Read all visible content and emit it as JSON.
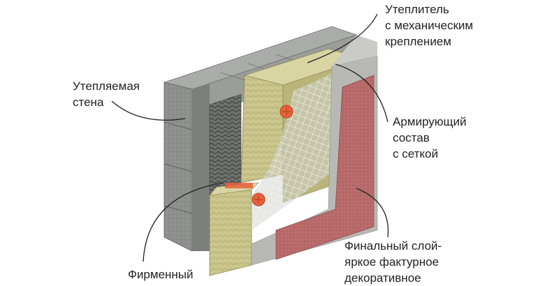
{
  "labels": {
    "insulation": {
      "line1": "Утеплитель",
      "line2": "с механическим",
      "line3": "креплением"
    },
    "wall": {
      "line1": "Утепляемая",
      "line2": "стена"
    },
    "reinforcing": {
      "line1": "Армирующий",
      "line2": "состав",
      "line3": "с сеткой"
    },
    "final_layer": {
      "line1": "Финальный слой-",
      "line2": "яркое фактурное",
      "line3": "декоративное"
    },
    "branded": {
      "line1": "Фирменный"
    }
  },
  "colors": {
    "block": "#8a8d8a",
    "block_dark": "#5d605d",
    "mineral_wool": "#c9c48a",
    "mineral_wool_side": "#a8a46b",
    "plaster": "#bfc0bc",
    "decorative": "#b86a6a",
    "dowel": "#e8603a",
    "leader_line": "#222222"
  }
}
